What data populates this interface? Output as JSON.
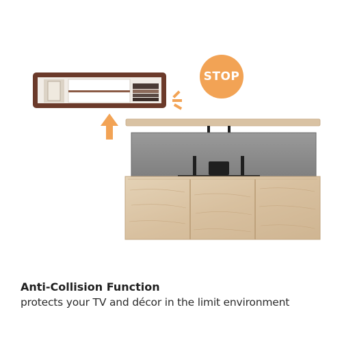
{
  "badge": {
    "label": "STOP"
  },
  "caption": {
    "title": "Anti-Collision Function",
    "subtitle": "protects your TV and décor in the limit environment"
  },
  "colors": {
    "accent": "#f2a355",
    "wood": "#d9c2a3",
    "shelf": "#6b3a2a",
    "tv": "#8e8e8e"
  }
}
